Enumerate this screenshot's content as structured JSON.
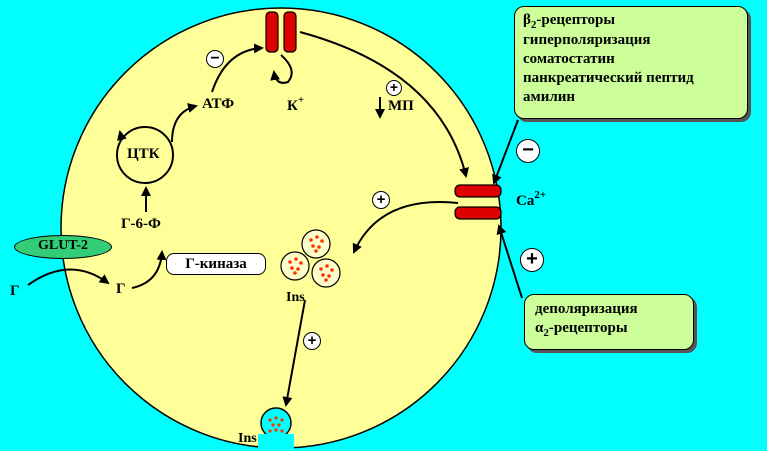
{
  "labels": {
    "glut2": "GLUT-2",
    "glucose_outside": "Г",
    "glucose_inside": "Г",
    "g6p": "Г-6-Ф",
    "tca": "ЦТК",
    "atp": "АТФ",
    "k_ion": "К",
    "k_charge": "+",
    "mp": "МП",
    "ca_ion": "Ca",
    "ca_superscript": "2+",
    "glucokinase": "Г-киназа",
    "ins_vesicles": "Ins",
    "ins_released": "Ins"
  },
  "signs": {
    "atp_k_channel": "−",
    "mp": "+",
    "ca_inhibit": "−",
    "ca_activate": "+",
    "ca_to_vesicles": "+",
    "secretion": "+"
  },
  "inhibitors_box": {
    "line1_beta": "β",
    "line1_sub": "2",
    "line1_text": "-рецепторы",
    "line2": "гиперполяризация",
    "line3": "соматостатин",
    "line4": "панкреатический пептид",
    "line5": "амилин"
  },
  "activators_box": {
    "line1": "деполяризация",
    "line2_alpha": "α",
    "line2_sub": "2",
    "line2_text": "-рецепторы"
  },
  "colors": {
    "background": "#00ffff",
    "cell": "#ffff99",
    "channel": "#dd0000",
    "box": "#ccff99",
    "transporter": "#33cc77",
    "granule": "#ff3300"
  }
}
